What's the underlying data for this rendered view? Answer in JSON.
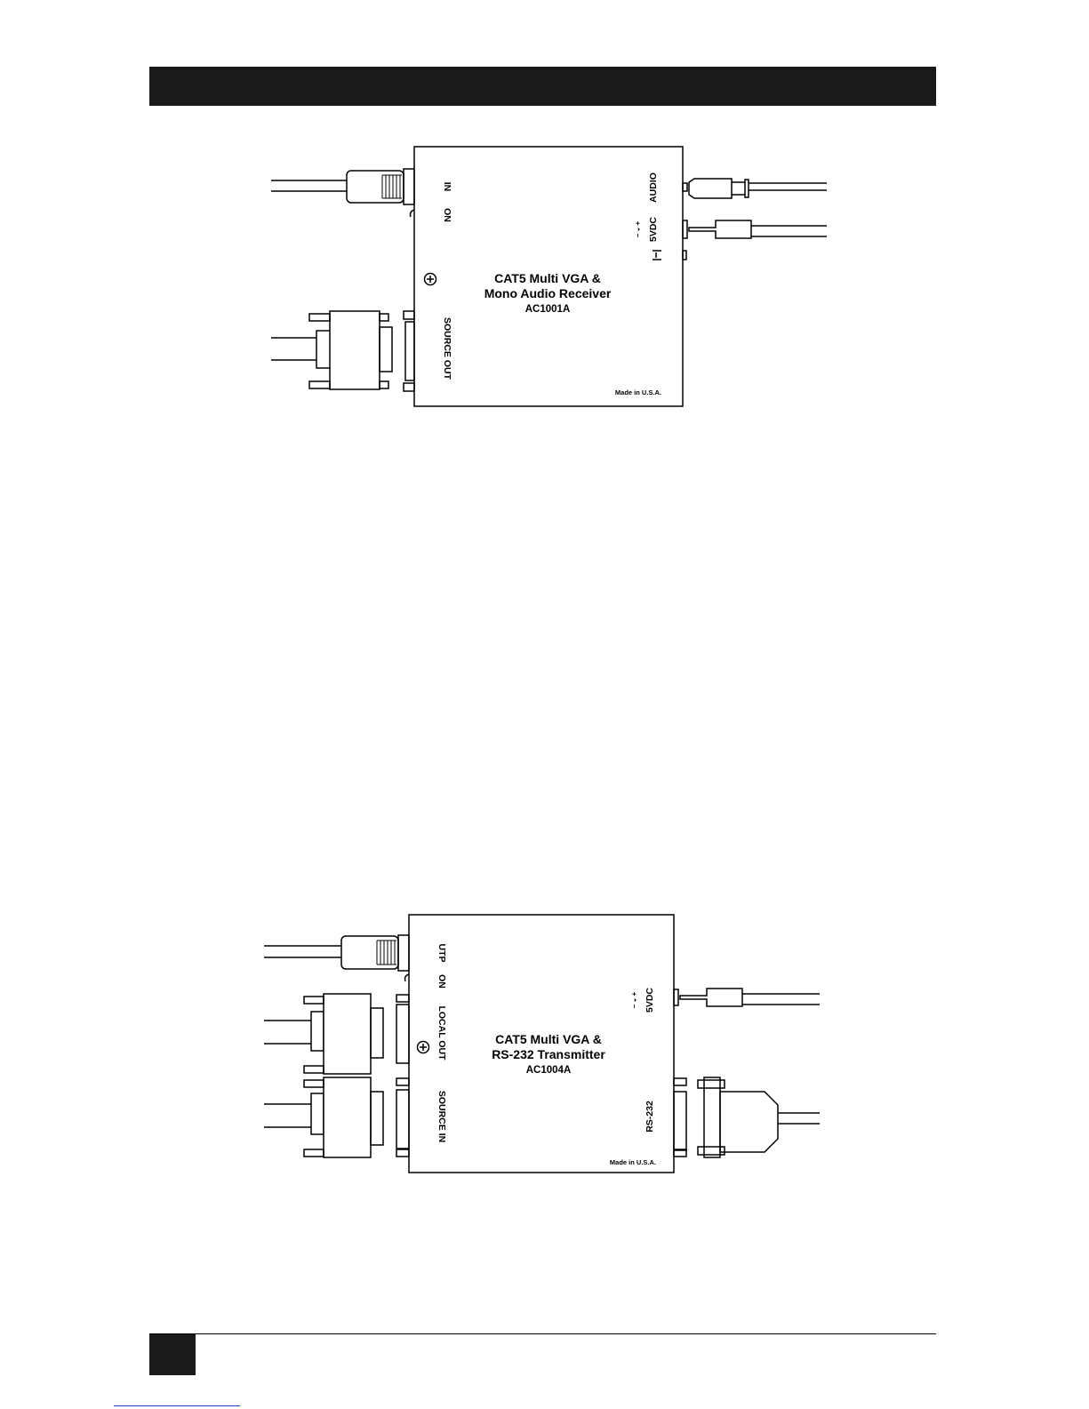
{
  "receiver": {
    "title_line1": "CAT5 Multi VGA &",
    "title_line2": "Mono Audio Receiver",
    "model": "AC1001A",
    "port_in": "IN",
    "port_on": "ON",
    "port_source_out": "SOURCE OUT",
    "port_audio": "AUDIO",
    "port_5vdc": "5VDC",
    "made_in": "Made in U.S.A.",
    "polarity": "– ◒ +"
  },
  "transmitter": {
    "title_line1": "CAT5 Multi VGA &",
    "title_line2": "RS-232 Transmitter",
    "model": "AC1004A",
    "port_utp": "UTP",
    "port_on": "ON",
    "port_local_out": "LOCAL OUT",
    "port_source_in": "SOURCE IN",
    "port_5vdc": "5VDC",
    "port_rs232": "RS-232",
    "made_in": "Made in U.S.A.",
    "polarity": "– ◒ +"
  }
}
